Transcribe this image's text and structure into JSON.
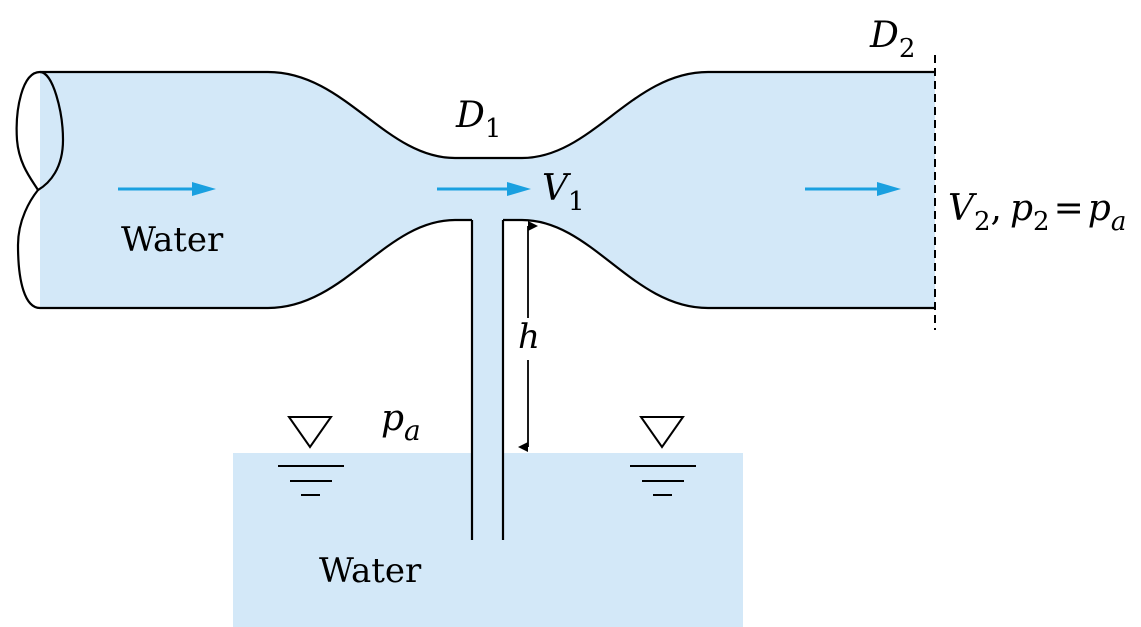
{
  "labels": {
    "d2": {
      "base": "D",
      "sub": "2"
    },
    "d1": {
      "base": "D",
      "sub": "1"
    },
    "v1": {
      "base": "V",
      "sub": "1"
    },
    "outlet": {
      "v_base": "V",
      "v_sub": "2",
      "comma": ",",
      "p_base": "p",
      "p_sub": "2",
      "eq": "=",
      "pa_base": "p",
      "pa_sub": "a"
    },
    "pipe_fluid": "Water",
    "tank_fluid": "Water",
    "height": "h",
    "ambient_pressure": {
      "base": "p",
      "sub": "a"
    }
  },
  "colors": {
    "water": "#d3e8f8",
    "flow_arrow": "#1aa0e0",
    "line": "#000000"
  }
}
